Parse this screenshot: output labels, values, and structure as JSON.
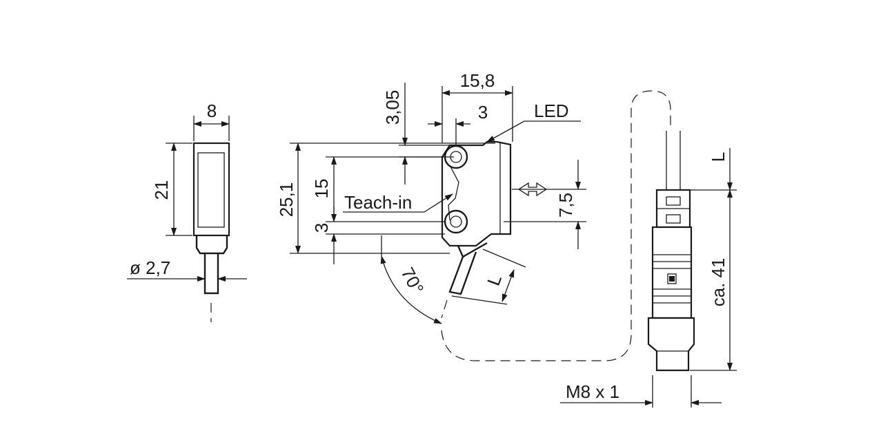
{
  "dimensions": {
    "side_width": "8",
    "side_height": "21",
    "cable_diameter": "ø 2,7",
    "front_width": "15,8",
    "front_offset": "3",
    "led_label": "LED",
    "top_offset": "3,05",
    "total_height": "25,1",
    "hole_spacing": "15",
    "teach_label": "Teach-in",
    "bottom_offset": "3",
    "optical_axis": "7,5",
    "cable_angle": "70°",
    "cable_length_front": "L",
    "cable_length_side": "L",
    "connector_length": "ca. 41",
    "thread": "M8 x 1"
  }
}
